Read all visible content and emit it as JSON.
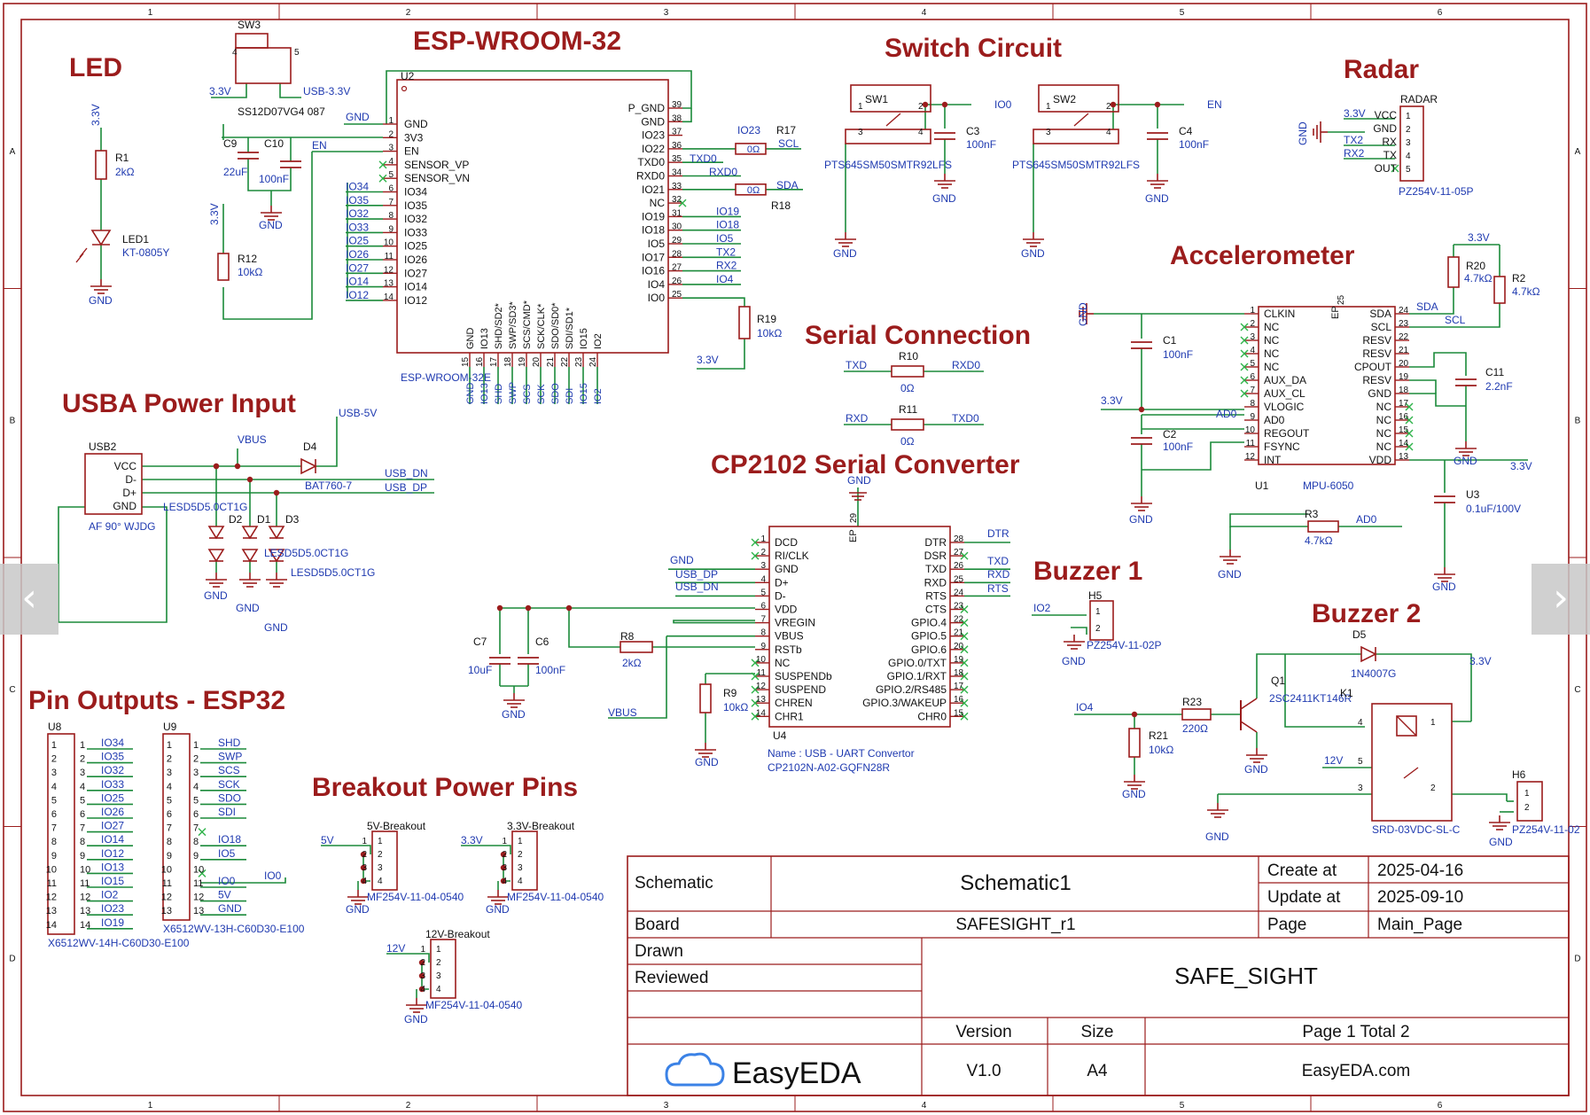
{
  "colors": {
    "wire": "#1b8a3a",
    "part": "#9b1c1c",
    "net": "#1f3ab0",
    "text": "#111111",
    "border": "#9b1c1c",
    "logo": "#3b82e6"
  },
  "sections": {
    "led": "LED",
    "esp": "ESP-WROOM-32",
    "switch": "Switch Circuit",
    "radar": "Radar",
    "accel": "Accelerometer",
    "serial": "Serial Connection",
    "usba": "USBA Power Input",
    "cp2102": "CP2102 Serial Converter",
    "buzzer1": "Buzzer 1",
    "buzzer2": "Buzzer 2",
    "pins": "Pin Outputs - ESP32",
    "breakout": "Breakout Power Pins"
  },
  "grid": {
    "cols": [
      "1",
      "2",
      "3",
      "4",
      "5",
      "6"
    ],
    "rows": [
      "A",
      "B",
      "C",
      "D"
    ]
  },
  "led": {
    "vcc": "3.3V",
    "r1": "R1",
    "r1v": "2kΩ",
    "led1": "LED1",
    "led1p": "KT-0805Y",
    "gnd": "GND"
  },
  "sw3": {
    "ref": "SW3",
    "part": "SS12D07VG4 087",
    "l33": "3.3V",
    "lusb": "USB-3.3V",
    "p4": "4",
    "p5": "5"
  },
  "esp": {
    "ref": "U2",
    "part": "ESP-WROOM-32E",
    "c9": "C9",
    "c9v": "22uF",
    "c10": "C10",
    "c10v": "100nF",
    "gnd": "GND",
    "en": "EN",
    "r12": "R12",
    "r12v": "10kΩ",
    "vcc": "3.3V",
    "left": [
      "GND",
      "3V3",
      "EN",
      "SENSOR_VP",
      "SENSOR_VN",
      "IO34",
      "IO35",
      "IO32",
      "IO33",
      "IO25",
      "IO26",
      "IO27",
      "IO14",
      "IO12"
    ],
    "leftnum": [
      "1",
      "2",
      "3",
      "4",
      "5",
      "6",
      "7",
      "8",
      "9",
      "10",
      "11",
      "12",
      "13",
      "14"
    ],
    "leftnet": [
      "IO34",
      "IO35",
      "IO32",
      "IO33",
      "IO25",
      "IO26",
      "IO27",
      "IO14",
      "IO12"
    ],
    "right": [
      "P_GND",
      "GND",
      "IO23",
      "IO22",
      "TXD0",
      "RXD0",
      "IO21",
      "NC",
      "IO19",
      "IO18",
      "IO5",
      "IO17",
      "IO16",
      "IO4",
      "IO0"
    ],
    "rightnum": [
      "39",
      "38",
      "37",
      "36",
      "35",
      "34",
      "33",
      "32",
      "31",
      "30",
      "29",
      "28",
      "27",
      "26",
      "25"
    ],
    "bottom": [
      "GND",
      "IO13",
      "SHD/SD2*",
      "SWP/SD3*",
      "SCS/CMD*",
      "SCK/CLK*",
      "SDO/SD0*",
      "SDI/SD1*",
      "IO15",
      "IO2"
    ],
    "bottomnum": [
      "15",
      "16",
      "17",
      "18",
      "19",
      "20",
      "21",
      "22",
      "23",
      "24"
    ],
    "bottomnet": [
      "GND",
      "IO13",
      "SHD",
      "SWP",
      "SCS",
      "SCK",
      "SDO",
      "SDI",
      "IO15",
      "IO2"
    ],
    "io23": "IO23",
    "r17": "R17",
    "scl": "SCL",
    "txd0": "TXD0",
    "rxd0": "RXD0",
    "zero1": "0Ω",
    "zero2": "0Ω",
    "sda": "SDA",
    "r18": "R18",
    "io19": "IO19",
    "io18": "IO18",
    "io5": "IO5",
    "tx2": "TX2",
    "rx2": "RX2",
    "io4": "IO4",
    "r19": "R19",
    "r19v": "10kΩ",
    "r19vcc": "3.3V"
  },
  "switch": {
    "sw1": "SW1",
    "sw2": "SW2",
    "p1": "1",
    "p2": "2",
    "p3": "3",
    "p4": "4",
    "io0": "IO0",
    "en": "EN",
    "c3": "C3",
    "c3v": "100nF",
    "c4": "C4",
    "c4v": "100nF",
    "part": "PTS645SM50SMTR92LFS",
    "gnd": "GND"
  },
  "radar": {
    "ref": "RADAR",
    "pins": [
      "VCC",
      "GND",
      "RX",
      "TX",
      "OUT"
    ],
    "nums": [
      "1",
      "2",
      "3",
      "4",
      "5"
    ],
    "nets": [
      "3.3V",
      "",
      "TX2",
      "RX2",
      ""
    ],
    "part": "PZ254V-11-05P",
    "gnd": "GND"
  },
  "accel": {
    "ref": "U1",
    "part": "MPU-6050",
    "ep": "EP",
    "ep25": "25",
    "left": [
      "CLKIN",
      "NC",
      "NC",
      "NC",
      "NC",
      "AUX_DA",
      "AUX_CL",
      "VLOGIC",
      "AD0",
      "REGOUT",
      "FSYNC",
      "INT"
    ],
    "leftnum": [
      "1",
      "2",
      "3",
      "4",
      "5",
      "6",
      "7",
      "8",
      "9",
      "10",
      "11",
      "12"
    ],
    "right": [
      "SDA",
      "SCL",
      "RESV",
      "RESV",
      "CPOUT",
      "RESV",
      "GND",
      "NC",
      "NC",
      "NC",
      "NC",
      "VDD"
    ],
    "rightnum": [
      "24",
      "23",
      "22",
      "21",
      "20",
      "19",
      "18",
      "17",
      "16",
      "15",
      "14",
      "13"
    ],
    "r20": "R20",
    "r20v": "4.7kΩ",
    "r2": "R2",
    "r2v": "4.7kΩ",
    "vcc": "3.3V",
    "sda": "SDA",
    "scl": "SCL",
    "c1": "C1",
    "c1v": "100nF",
    "c2": "C2",
    "c2v": "100nF",
    "v33": "3.3V",
    "ad0": "AD0",
    "c11": "C11",
    "c11v": "2.2nF",
    "u3": "U3",
    "u3v": "0.1uF/100V",
    "vdd": "3.3V",
    "r3": "R3",
    "r3v": "4.7kΩ",
    "ad0b": "AD0",
    "gnd": "GND"
  },
  "serial": {
    "txd": "TXD",
    "r10": "R10",
    "rxd0": "RXD0",
    "rxd": "RXD",
    "r11": "R11",
    "txd0": "TXD0",
    "v": "0Ω"
  },
  "usba": {
    "ref": "USB2",
    "part": "AF 90° WJDG",
    "pins": [
      "VCC",
      "D-",
      "D+",
      "GND"
    ],
    "vbus": "VBUS",
    "usb5": "USB-5V",
    "d4": "D4",
    "d4p": "BAT760-7",
    "dn": "USB_DN",
    "dp": "USB_DP",
    "esd": "LESD5D5.0CT1G",
    "d2": "D2",
    "d1": "D1",
    "d3": "D3",
    "gnd": "GND"
  },
  "cp2102": {
    "ref": "U4",
    "ep": "EP",
    "ep29": "29",
    "name": "Name : USB - UART Convertor",
    "part": "CP2102N-A02-GQFN28R",
    "left": [
      "DCD",
      "RI/CLK",
      "GND",
      "D+",
      "D-",
      "VDD",
      "VREGIN",
      "VBUS",
      "RSTb",
      "NC",
      "SUSPENDb",
      "SUSPEND",
      "CHREN",
      "CHR1"
    ],
    "leftnum": [
      "1",
      "2",
      "3",
      "4",
      "5",
      "6",
      "7",
      "8",
      "9",
      "10",
      "11",
      "12",
      "13",
      "14"
    ],
    "right": [
      "DTR",
      "DSR",
      "TXD",
      "RXD",
      "RTS",
      "CTS",
      "GPIO.4",
      "GPIO.5",
      "GPIO.6",
      "GPIO.0/TXT",
      "GPIO.1/RXT",
      "GPIO.2/RS485",
      "GPIO.3/WAKEUP",
      "CHR0"
    ],
    "rightnum": [
      "28",
      "27",
      "26",
      "25",
      "24",
      "23",
      "22",
      "21",
      "20",
      "19",
      "18",
      "17",
      "16",
      "15"
    ],
    "gnd": "GND",
    "usbdp": "USB_DP",
    "usbdn": "USB_DN",
    "dtr": "DTR",
    "txd": "TXD",
    "rxd": "RXD",
    "rts": "RTS",
    "c7": "C7",
    "c7v": "10uF",
    "c6": "C6",
    "c6v": "100nF",
    "r8": "R8",
    "r8v": "2kΩ",
    "r9": "R9",
    "r9v": "10kΩ",
    "vbus": "VBUS"
  },
  "buzzer1": {
    "ref": "H5",
    "io2": "IO2",
    "p1": "1",
    "p2": "2",
    "part": "PZ254V-11-02P",
    "gnd": "GND"
  },
  "buzzer2": {
    "d5": "D5",
    "d5p": "1N4007G",
    "v33": "3.3V",
    "q1": "Q1",
    "q1p": "2SC2411KT146R",
    "k1": "K1",
    "io4": "IO4",
    "r23": "R23",
    "r23v": "220Ω",
    "r21": "R21",
    "r21v": "10kΩ",
    "v12": "12V",
    "relay": "SRD-03VDC-SL-C",
    "h6": "H6",
    "h6p": "PZ254V-11-02",
    "p4": "4",
    "p1": "1",
    "p5": "5",
    "p3": "3",
    "p2": "2",
    "gnd": "GND"
  },
  "pins": {
    "u8": "U8",
    "u8p": "X6512WV-14H-C60D30-E100",
    "u8nets": [
      "IO34",
      "IO35",
      "IO32",
      "IO33",
      "IO25",
      "IO26",
      "IO27",
      "IO14",
      "IO12",
      "IO13",
      "IO15",
      "IO2",
      "IO23",
      "IO19"
    ],
    "u9": "U9",
    "u9p": "X6512WV-13H-C60D30-E100",
    "u9nets": [
      "SHD",
      "SWP",
      "SCS",
      "SCK",
      "SDO",
      "SDI",
      "",
      "IO18",
      "IO5",
      "",
      "IO0",
      "5V",
      "GND"
    ],
    "nums": [
      "1",
      "2",
      "3",
      "4",
      "5",
      "6",
      "7",
      "8",
      "9",
      "10",
      "11",
      "12",
      "13",
      "14"
    ]
  },
  "breakout": {
    "b5": "5V-Breakout",
    "v5": "5V",
    "b33": "3.3V-Breakout",
    "v33": "3.3V",
    "b12": "12V-Breakout",
    "v12": "12V",
    "part": "MF254V-11-04-0540",
    "gnd": "GND",
    "nums": [
      "1",
      "2",
      "3",
      "4"
    ]
  },
  "titleblock": {
    "schematic_lbl": "Schematic",
    "schematic_val": "Schematic1",
    "create_lbl": "Create at",
    "create_val": "2025-04-16",
    "update_lbl": "Update at",
    "update_val": "2025-09-10",
    "board_lbl": "Board",
    "board_val": "SAFESIGHT_r1",
    "page_lbl": "Page",
    "page_val": "Main_Page",
    "drawn_lbl": "Drawn",
    "reviewed_lbl": "Reviewed",
    "project": "SAFE_SIGHT",
    "version_lbl": "Version",
    "version_val": "V1.0",
    "size_lbl": "Size",
    "size_val": "A4",
    "pageinfo": "Page  1  Total  2",
    "logo": "EasyEDA",
    "site": "EasyEDA.com"
  },
  "nav": {
    "prev": "‹",
    "next": "›"
  }
}
